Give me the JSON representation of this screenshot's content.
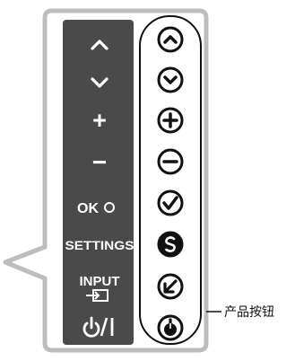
{
  "panel_labels": {
    "up": "",
    "down": "",
    "plus": "+",
    "minus": "−",
    "ok": "OK",
    "settings": "SETTINGS",
    "input": "INPUT",
    "power": ""
  },
  "icons": {
    "up": "chevron-up-icon",
    "down": "chevron-down-icon",
    "plus": "plus-icon",
    "minus": "minus-icon",
    "ok_marker": "ok-circle-icon",
    "input": "input-source-icon",
    "power": "power-icon",
    "buttons": [
      "up-arrow-button-icon",
      "down-arrow-button-icon",
      "plus-button-icon",
      "minus-button-icon",
      "check-button-icon",
      "settings-button-icon",
      "input-button-icon",
      "power-button-icon"
    ]
  },
  "callout": {
    "text": "产品按钮"
  },
  "colors": {
    "panel": "#4a4a4a",
    "frame": "#bdbdbd",
    "button_ring": "#111111",
    "button_fill": "#ffffff",
    "text_on_panel": "#ffffff"
  }
}
